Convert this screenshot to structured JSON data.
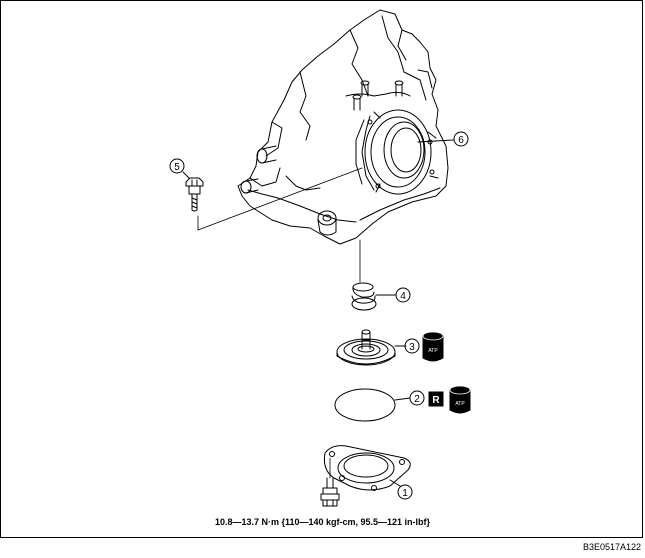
{
  "callouts": [
    {
      "id": "callout-1",
      "label": "1"
    },
    {
      "id": "callout-2",
      "label": "2"
    },
    {
      "id": "callout-3",
      "label": "3"
    },
    {
      "id": "callout-4",
      "label": "4"
    },
    {
      "id": "callout-5",
      "label": "5"
    },
    {
      "id": "callout-6",
      "label": "6"
    }
  ],
  "symbols": {
    "atp_label": "ATP",
    "replace_label": "R"
  },
  "torque_spec": "10.8—13.7 N·m {110—140 kgf-cm, 95.5—121 in-lbf}",
  "figure_code": "B3E0517A122",
  "colors": {
    "line": "#000000",
    "background": "#ffffff",
    "badge": "#000000"
  }
}
